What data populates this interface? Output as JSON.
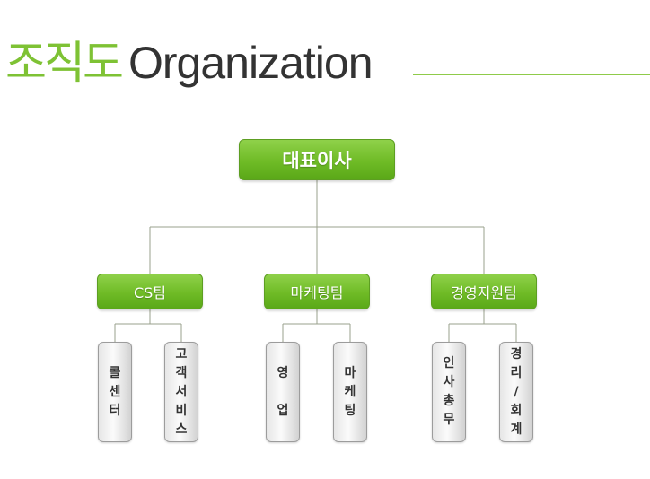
{
  "title": {
    "korean": "조직도",
    "english": "Organization"
  },
  "chart": {
    "root": "대표이사",
    "teams": [
      {
        "name": "CS팀",
        "units": [
          "콜\n센\n터",
          "고\n객\n서\n비\n스"
        ]
      },
      {
        "name": "마케팅팀",
        "units": [
          "영\n\n업",
          "마\n케\n팅"
        ]
      },
      {
        "name": "경영지원팀",
        "units": [
          "인\n사\n총\n무",
          "경\n리\n/\n회\n계"
        ]
      }
    ]
  },
  "colors": {
    "accent": "#7ec234",
    "node_fill": "#6fbb26",
    "leaf_fill": "#e6e6e6",
    "line": "#9aa08c"
  }
}
